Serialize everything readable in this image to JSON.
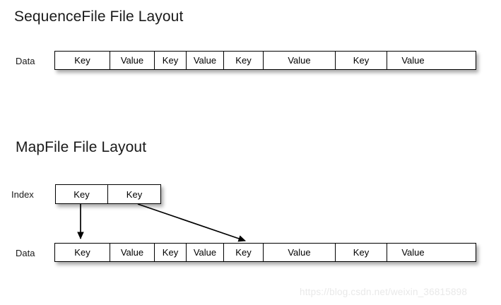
{
  "page": {
    "background_color": "#ffffff",
    "watermark": "https://blog.csdn.net/weixin_36815898"
  },
  "sections": [
    {
      "title": "SequenceFile File Layout",
      "rows": [
        {
          "label": "Data",
          "cells": [
            "Key",
            "Value",
            "Key",
            "Value",
            "Key",
            "Value",
            "Key",
            "Value"
          ]
        }
      ]
    },
    {
      "title": "MapFile File Layout",
      "rows": [
        {
          "label": "Index",
          "cells": [
            "Key",
            "Key"
          ]
        },
        {
          "label": "Data",
          "cells": [
            "Key",
            "Value",
            "Key",
            "Value",
            "Key",
            "Value",
            "Key",
            "Value"
          ]
        }
      ]
    }
  ],
  "data_row_cells": {
    "c0": "Key",
    "c1": "Value",
    "c2": "Key",
    "c3": "Value",
    "c4": "Key",
    "c5": "Value",
    "c6": "Key",
    "c7": "Value"
  },
  "data_row_cells_2": {
    "c0": "Key",
    "c1": "Value",
    "c2": "Key",
    "c3": "Value",
    "c4": "Key",
    "c5": "Value",
    "c6": "Key",
    "c7": "Value"
  },
  "index_row_cells": {
    "c0": "Key",
    "c1": "Key"
  },
  "arrows": [
    {
      "name": "index-key-0-to-data-key-0",
      "from": "index cell 1 (Key)",
      "to": "data cell 1 (Key)",
      "color": "#000000"
    },
    {
      "name": "index-key-1-to-data-key-4",
      "from": "index cell 2 (Key)",
      "to": "data cell 5 (Key)",
      "color": "#000000"
    }
  ],
  "colors": {
    "stroke": "#000000",
    "cell_fill": "#ffffff",
    "text": "#1a1a1a",
    "watermark": "#e9e9e9"
  },
  "labels": {
    "title_sequencefile": "SequenceFile File Layout",
    "title_mapfile": "MapFile File Layout",
    "data_1": "Data",
    "index": "Index",
    "data_2": "Data"
  }
}
